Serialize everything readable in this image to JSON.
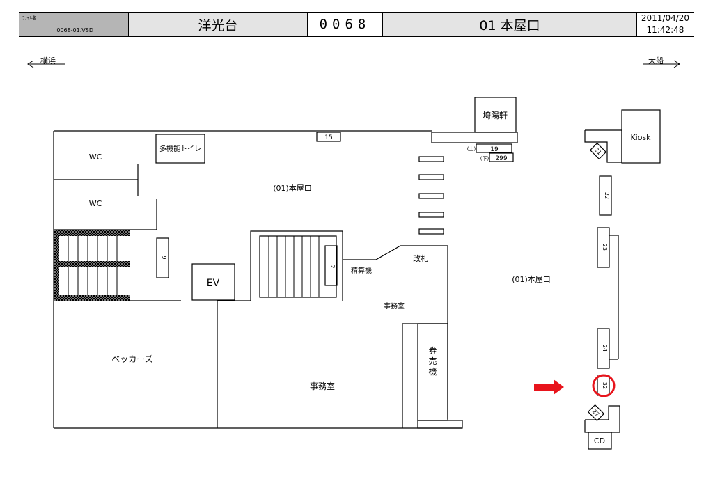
{
  "header": {
    "file_label": "ﾌｧｲﾙ名",
    "file_name": "0068-01.VSD",
    "station": "洋光台",
    "station_code": "0068",
    "exit_name": "01 本屋口",
    "date": "2011/04/20",
    "time": "11:42:48"
  },
  "directions": {
    "left": "横浜",
    "right": "大船"
  },
  "plan": {
    "shop_top": "埼陽軒",
    "kiosk": "Kiosk",
    "wc_upper": "WC",
    "wc_lower": "WC",
    "accessible_toilet": "多機能トイレ",
    "concourse_label": "(01)本屋口",
    "outside_label": "(01)本屋口",
    "ev": "EV",
    "fare_adjust": "精算機",
    "gate": "改札",
    "office_small": "事務室",
    "office_large": "事務室",
    "bakery": "ベッカーズ",
    "ticket_machine": "券売機",
    "cd": "CD",
    "up_mark": "(上)",
    "down_mark": "(下)"
  },
  "numbers": {
    "n15": "15",
    "n19": "19",
    "n299": "299",
    "n21": "21",
    "n22": "22",
    "n23": "23",
    "n24": "24",
    "n32": "32",
    "n27": "27",
    "n9": "9",
    "n2": "2"
  },
  "colors": {
    "highlight": "#e8141c",
    "cell_gray": "#e4e4e4",
    "file_gray": "#b5b5b5"
  }
}
